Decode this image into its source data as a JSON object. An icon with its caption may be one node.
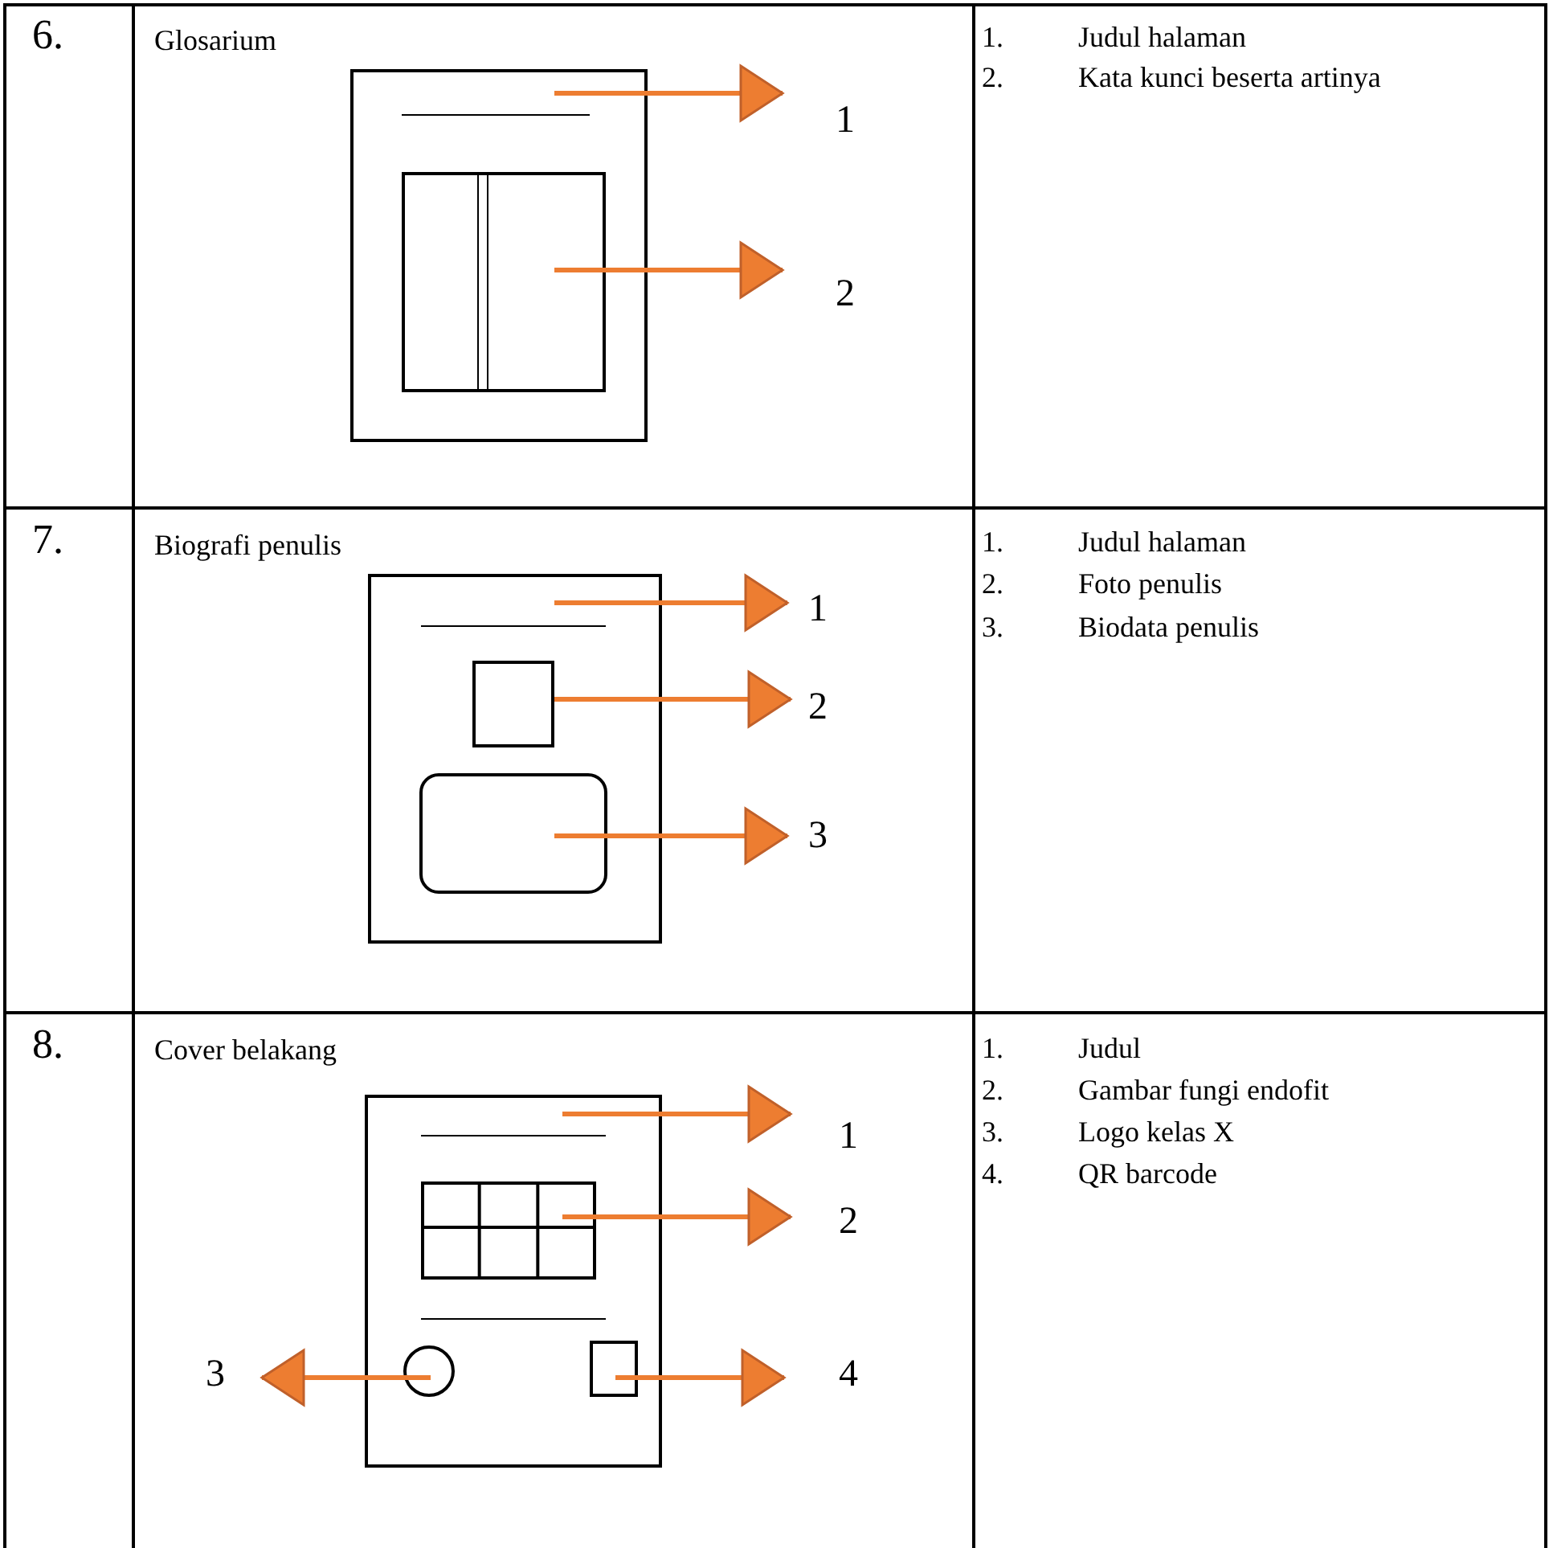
{
  "diagram": {
    "nodes": [
      {
        "text": [],
        "shape": "box"
      },
      {
        "text": [],
        "shape": "line",
        "in": 0
      },
      {
        "text": [],
        "shape": "box",
        "in": 0
      },
      {
        "text": [
          "1"
        ]
      },
      {
        "text": [
          "2"
        ]
      },
      {
        "text": [],
        "shape": "box"
      },
      {
        "text": [],
        "shape": "line",
        "in": 5
      },
      {
        "text": [],
        "shape": "box",
        "in": 5
      },
      {
        "text": [],
        "shape": "box",
        "in": 5
      },
      {
        "text": [
          "1"
        ]
      },
      {
        "text": [
          "2"
        ]
      },
      {
        "text": [
          "3"
        ]
      },
      {
        "text": [],
        "shape": "box"
      },
      {
        "text": [],
        "shape": "line",
        "in": 12
      },
      {
        "text": [],
        "shape": "grid",
        "in": 12
      },
      {
        "text": [],
        "shape": "line",
        "in": 12
      },
      {
        "text": [],
        "shape": "circle",
        "in": 12
      },
      {
        "text": [],
        "shape": "box",
        "in": 12
      },
      {
        "text": [
          "1"
        ]
      },
      {
        "text": [
          "2"
        ]
      },
      {
        "text": [
          "3"
        ]
      },
      {
        "text": [
          "4"
        ]
      }
    ],
    "edges": [
      {
        "from": 1,
        "to": 3,
        "arrow": "to"
      },
      {
        "from": 2,
        "to": 4,
        "arrow": "to"
      },
      {
        "from": 6,
        "to": 9,
        "arrow": "to"
      },
      {
        "from": 7,
        "to": 10,
        "arrow": "to"
      },
      {
        "from": 8,
        "to": 11,
        "arrow": "to"
      },
      {
        "from": 13,
        "to": 18,
        "arrow": "to"
      },
      {
        "from": 14,
        "to": 19,
        "arrow": "to"
      },
      {
        "from": 16,
        "to": 20,
        "arrow": "to"
      },
      {
        "from": 17,
        "to": 21,
        "arrow": "to"
      }
    ],
    "labels": [
      "6.",
      "Glosarium",
      "1.",
      "Judul halaman",
      "2.",
      "Kata kunci beserta artinya",
      "7.",
      "Biografi penulis",
      "1.",
      "Judul halaman",
      "2.",
      "Foto penulis",
      "3.",
      "Biodata penulis",
      "8.",
      "Cover belakang",
      "1.",
      "Judul",
      "2.",
      "Gambar fungi endofit",
      "3.",
      "Logo kelas X",
      "4.",
      "QR barcode"
    ]
  }
}
